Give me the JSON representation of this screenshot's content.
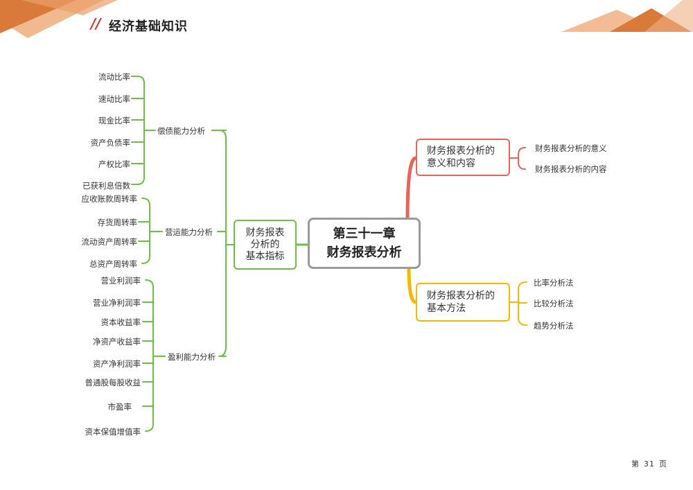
{
  "header": {
    "title": "经济基础知识"
  },
  "colors": {
    "green": "#6dbe45",
    "red": "#e8645a",
    "yellow": "#f5b800",
    "banner_orange": "#d9793a",
    "banner_light": "#f0b182"
  },
  "mindmap": {
    "center": {
      "line1": "第三十一章",
      "line2": "财务报表分析"
    },
    "left_main": {
      "line1": "财务报表",
      "line2": "分析的",
      "line3": "基本指标"
    },
    "groups": [
      {
        "label": "偿债能力分析",
        "items": [
          "流动比率",
          "速动比率",
          "现金比率",
          "资产负债率",
          "产权比率",
          "已获利息倍数"
        ]
      },
      {
        "label": "营运能力分析",
        "items": [
          "应收账款周转率",
          "存货周转率",
          "流动资产周转率",
          "总资产周转率"
        ]
      },
      {
        "label": "盈利能力分析",
        "items": [
          "营业利润率",
          "营业净利润率",
          "资本收益率",
          "净资产收益率",
          "资产净利润率",
          "普通股每股收益",
          "市盈率",
          "资本保值增值率"
        ]
      }
    ],
    "right_top": {
      "line1": "财务报表分析的",
      "line2": "意义和内容",
      "items": [
        "财务报表分析的意义",
        "财务报表分析的内容"
      ]
    },
    "right_bottom": {
      "line1": "财务报表分析的",
      "line2": "基本方法",
      "items": [
        "比率分析法",
        "比较分析法",
        "趋势分析法"
      ]
    }
  },
  "footer": {
    "prefix": "第",
    "page": "31",
    "suffix": "页"
  }
}
